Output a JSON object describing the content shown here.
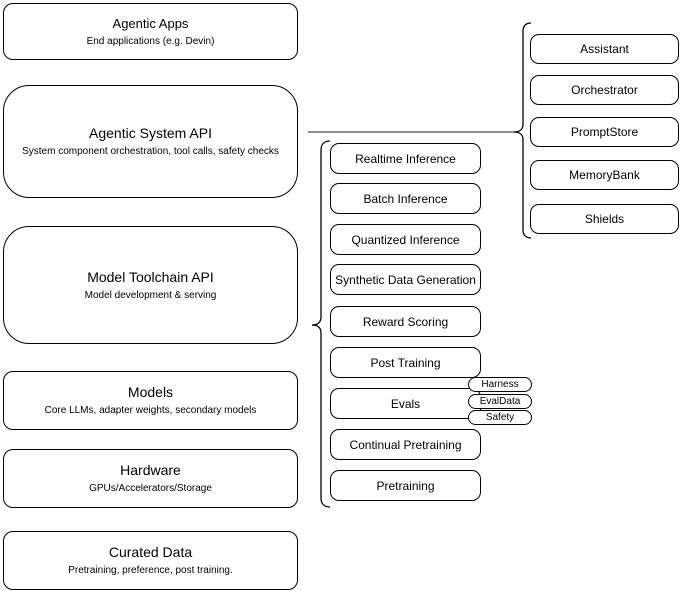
{
  "diagram": {
    "stack": [
      {
        "title": "Agentic Apps",
        "subtitle": "End applications (e.g. Devin)"
      },
      {
        "title": "Agentic System API",
        "subtitle": "System component orchestration, tool calls, safety checks"
      },
      {
        "title": "Model Toolchain API",
        "subtitle": "Model development & serving"
      },
      {
        "title": "Models",
        "subtitle": "Core LLMs, adapter weights, secondary models"
      },
      {
        "title": "Hardware",
        "subtitle": "GPUs/Accelerators/Storage"
      },
      {
        "title": "Curated Data",
        "subtitle": "Pretraining, preference, post training."
      }
    ],
    "toolchain": {
      "items": [
        "Realtime Inference",
        "Batch Inference",
        "Quantized Inference",
        "Synthetic Data Generation",
        "Reward Scoring",
        "Post Training",
        "Evals",
        "Continual Pretraining",
        "Pretraining"
      ],
      "eval_tags": [
        "Harness",
        "EvalData",
        "Safety"
      ]
    },
    "system": {
      "items": [
        "Assistant",
        "Orchestrator",
        "PromptStore",
        "MemoryBank",
        "Shields"
      ]
    },
    "colors": {
      "stroke": "#000000",
      "connector": "#666666",
      "background": "#ffffff"
    }
  }
}
